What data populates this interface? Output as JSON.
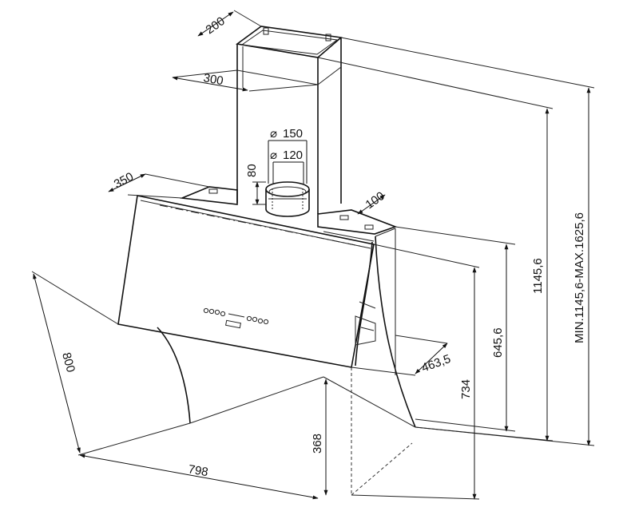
{
  "dimensions": {
    "d200": "200",
    "d300": "300",
    "d150": "150",
    "d120": "120",
    "d80": "80",
    "d350": "350",
    "d100": "100",
    "d1145": "1145,6",
    "d_range": "MIN.1145,6-MAX.1625,6",
    "d645": "645,6",
    "d463": "463,5",
    "d734": "734",
    "d368": "368",
    "d800": "800",
    "d798": "798"
  },
  "diameter_symbol": "⌀"
}
